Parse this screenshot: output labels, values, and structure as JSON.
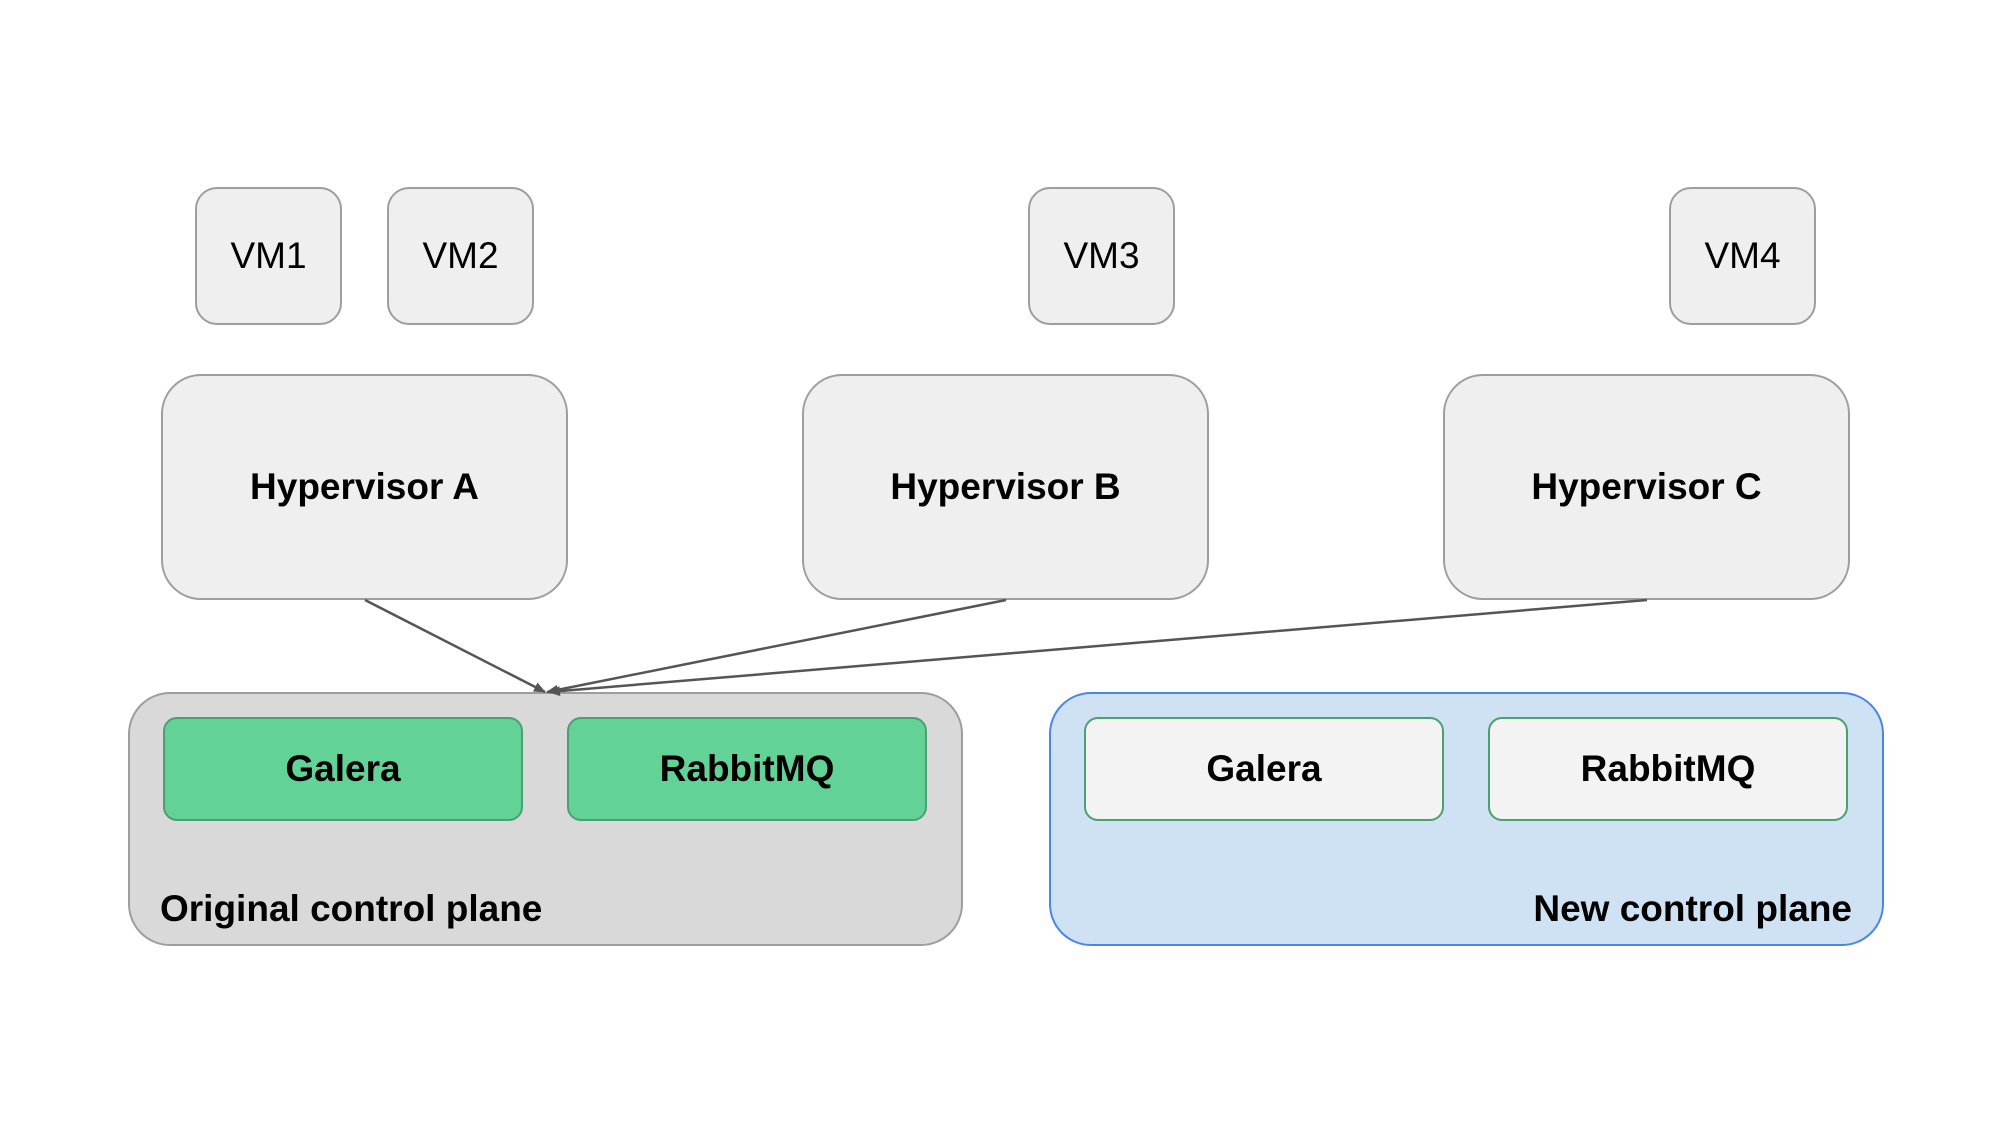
{
  "vms": [
    {
      "label": "VM1"
    },
    {
      "label": "VM2"
    },
    {
      "label": "VM3"
    },
    {
      "label": "VM4"
    }
  ],
  "hypervisors": [
    {
      "label": "Hypervisor A"
    },
    {
      "label": "Hypervisor B"
    },
    {
      "label": "Hypervisor C"
    }
  ],
  "original_plane": {
    "label": "Original control plane",
    "services": [
      {
        "label": "Galera"
      },
      {
        "label": "RabbitMQ"
      }
    ]
  },
  "new_plane": {
    "label": "New control plane",
    "services": [
      {
        "label": "Galera"
      },
      {
        "label": "RabbitMQ"
      }
    ]
  },
  "colors": {
    "node_fill": "#efefef",
    "node_border": "#9e9e9e",
    "original_plane_fill": "#d9d9d9",
    "new_plane_fill": "#cfe2f3",
    "new_plane_border": "#4a86e8",
    "active_service_fill": "#62d296",
    "idle_service_fill": "#f3f3f3",
    "service_border": "#4c9e73",
    "arrow": "#555555"
  }
}
